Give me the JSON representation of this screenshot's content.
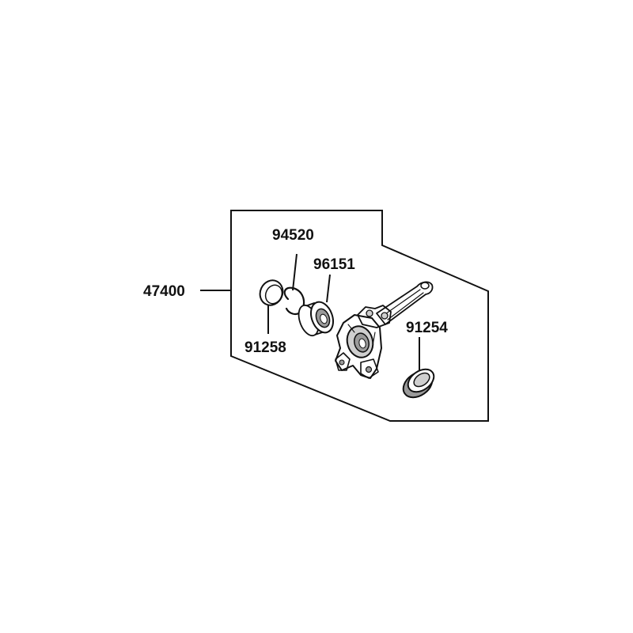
{
  "diagram": {
    "labels": {
      "assembly": "47400",
      "snap_ring": "94520",
      "bearing": "96151",
      "seal_left": "91258",
      "seal_right": "91254"
    },
    "colors": {
      "ink": "#111111",
      "shade": "#9a9a9a",
      "light_shade": "#cfcfcf",
      "background": "#ffffff"
    }
  }
}
